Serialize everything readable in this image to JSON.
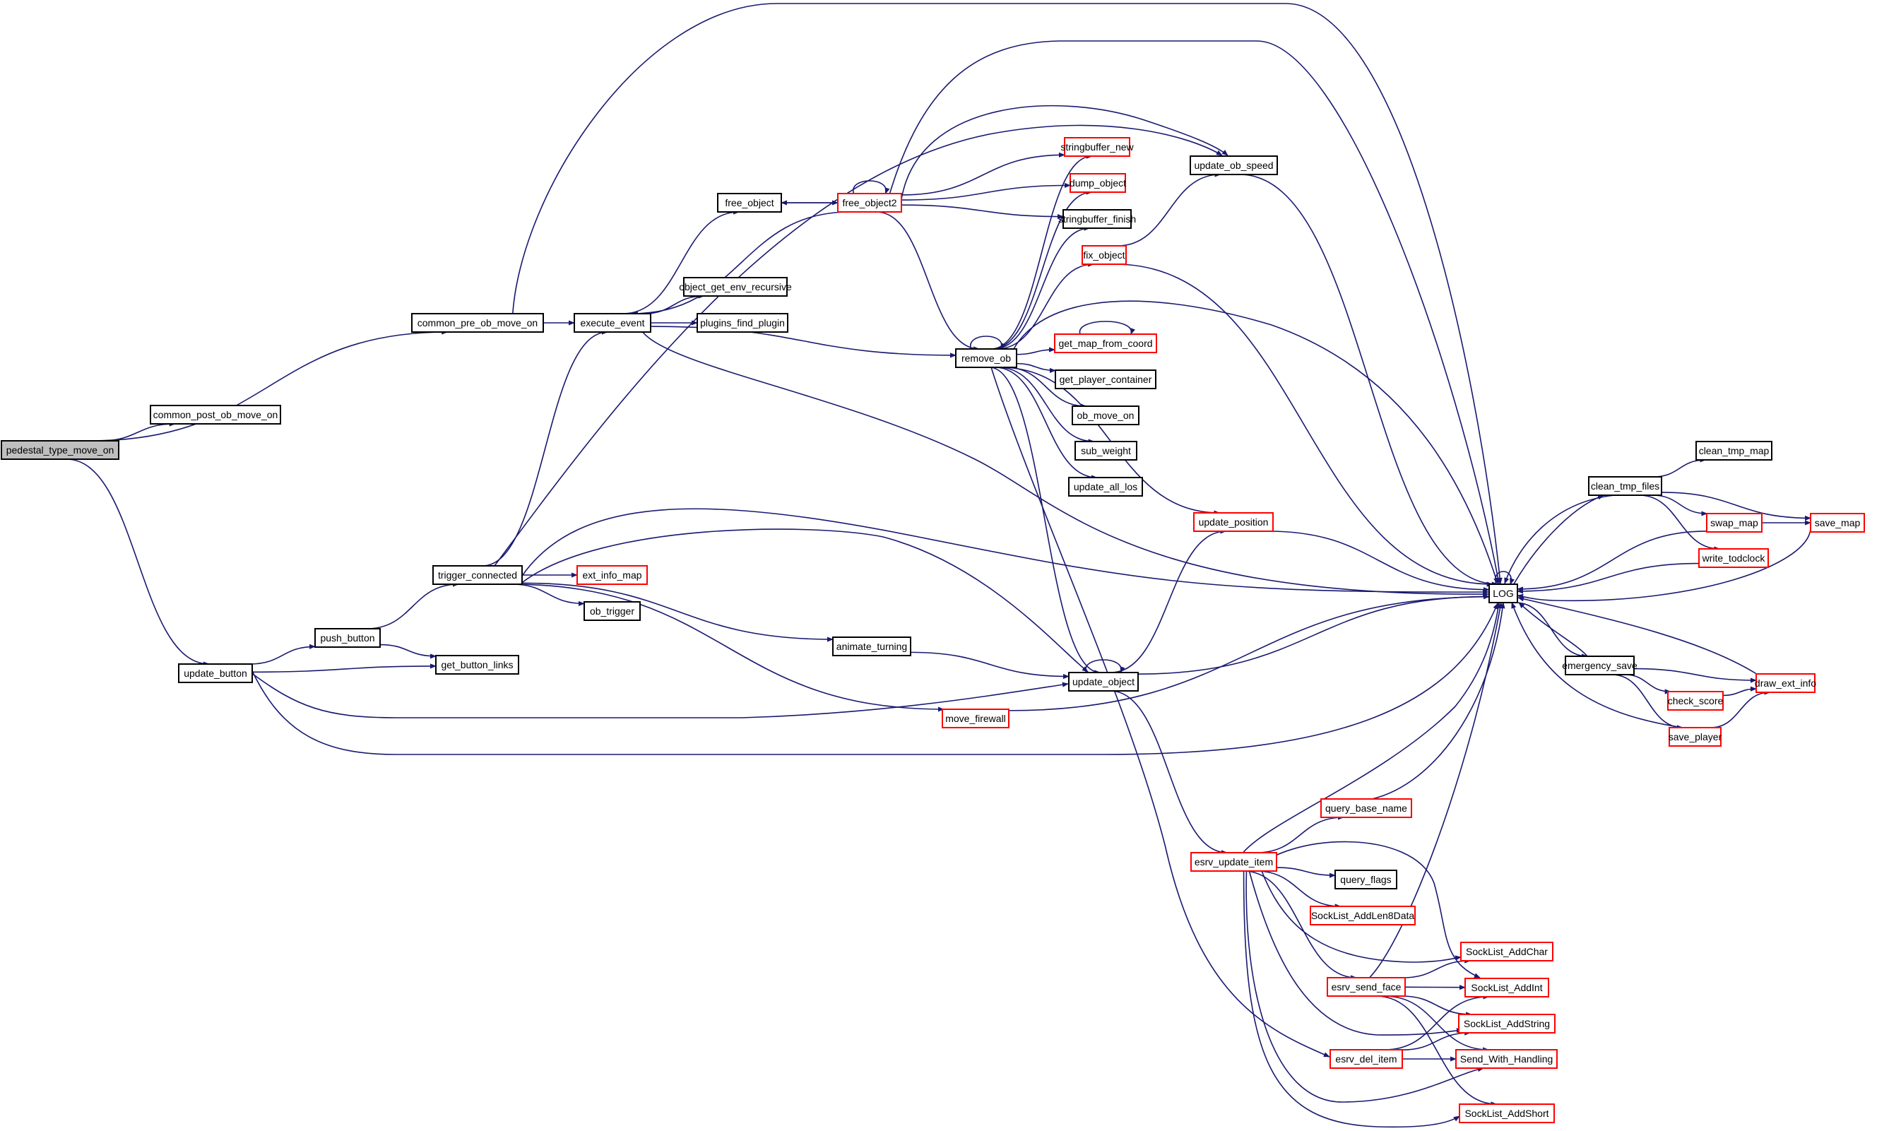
{
  "title": "Call graph for pedestal_type_move_on",
  "colors": {
    "edge": "#191970",
    "node_border_default": "#000000",
    "node_border_undocumented": "#ff0000",
    "root_fill": "#bfbfbf"
  },
  "nodes": [
    {
      "id": "pedestal_type_move_on",
      "label": "pedestal_type_move_on",
      "style": "root"
    },
    {
      "id": "common_post_ob_move_on",
      "label": "common_post_ob_move_on",
      "style": "black"
    },
    {
      "id": "common_pre_ob_move_on",
      "label": "common_pre_ob_move_on",
      "style": "black"
    },
    {
      "id": "update_button",
      "label": "update_button",
      "style": "black"
    },
    {
      "id": "execute_event",
      "label": "execute_event",
      "style": "black"
    },
    {
      "id": "free_object",
      "label": "free_object",
      "style": "black"
    },
    {
      "id": "free_object2",
      "label": "free_object2",
      "style": "red"
    },
    {
      "id": "object_get_env_recursive",
      "label": "object_get_env_recursive",
      "style": "black"
    },
    {
      "id": "plugins_find_plugin",
      "label": "plugins_find_plugin",
      "style": "black"
    },
    {
      "id": "stringbuffer_new",
      "label": "stringbuffer_new",
      "style": "red"
    },
    {
      "id": "dump_object",
      "label": "dump_object",
      "style": "red"
    },
    {
      "id": "stringbuffer_finish",
      "label": "stringbuffer_finish",
      "style": "black"
    },
    {
      "id": "fix_object",
      "label": "fix_object",
      "style": "red"
    },
    {
      "id": "update_ob_speed",
      "label": "update_ob_speed",
      "style": "black"
    },
    {
      "id": "remove_ob",
      "label": "remove_ob",
      "style": "black"
    },
    {
      "id": "get_map_from_coord",
      "label": "get_map_from_coord",
      "style": "red"
    },
    {
      "id": "get_player_container",
      "label": "get_player_container",
      "style": "black"
    },
    {
      "id": "ob_move_on",
      "label": "ob_move_on",
      "style": "black"
    },
    {
      "id": "sub_weight",
      "label": "sub_weight",
      "style": "black"
    },
    {
      "id": "update_all_los",
      "label": "update_all_los",
      "style": "black"
    },
    {
      "id": "update_position",
      "label": "update_position",
      "style": "red"
    },
    {
      "id": "push_button",
      "label": "push_button",
      "style": "black"
    },
    {
      "id": "get_button_links",
      "label": "get_button_links",
      "style": "black"
    },
    {
      "id": "trigger_connected",
      "label": "trigger_connected",
      "style": "black"
    },
    {
      "id": "ext_info_map",
      "label": "ext_info_map",
      "style": "red"
    },
    {
      "id": "ob_trigger",
      "label": "ob_trigger",
      "style": "black"
    },
    {
      "id": "animate_turning",
      "label": "animate_turning",
      "style": "black"
    },
    {
      "id": "update_object",
      "label": "update_object",
      "style": "black"
    },
    {
      "id": "move_firewall",
      "label": "move_firewall",
      "style": "red"
    },
    {
      "id": "LOG",
      "label": "LOG",
      "style": "black"
    },
    {
      "id": "clean_tmp_files",
      "label": "clean_tmp_files",
      "style": "black"
    },
    {
      "id": "clean_tmp_map",
      "label": "clean_tmp_map",
      "style": "black"
    },
    {
      "id": "swap_map",
      "label": "swap_map",
      "style": "red"
    },
    {
      "id": "save_map",
      "label": "save_map",
      "style": "red"
    },
    {
      "id": "write_todclock",
      "label": "write_todclock",
      "style": "red"
    },
    {
      "id": "emergency_save",
      "label": "emergency_save",
      "style": "black"
    },
    {
      "id": "check_score",
      "label": "check_score",
      "style": "red"
    },
    {
      "id": "draw_ext_info",
      "label": "draw_ext_info",
      "style": "red"
    },
    {
      "id": "save_player",
      "label": "save_player",
      "style": "red"
    },
    {
      "id": "esrv_update_item",
      "label": "esrv_update_item",
      "style": "red"
    },
    {
      "id": "query_base_name",
      "label": "query_base_name",
      "style": "red"
    },
    {
      "id": "query_flags",
      "label": "query_flags",
      "style": "black"
    },
    {
      "id": "SockList_AddLen8Data",
      "label": "SockList_AddLen8Data",
      "style": "red"
    },
    {
      "id": "SockList_AddChar",
      "label": "SockList_AddChar",
      "style": "red"
    },
    {
      "id": "esrv_send_face",
      "label": "esrv_send_face",
      "style": "red"
    },
    {
      "id": "SockList_AddInt",
      "label": "SockList_AddInt",
      "style": "red"
    },
    {
      "id": "SockList_AddString",
      "label": "SockList_AddString",
      "style": "red"
    },
    {
      "id": "esrv_del_item",
      "label": "esrv_del_item",
      "style": "red"
    },
    {
      "id": "Send_With_Handling",
      "label": "Send_With_Handling",
      "style": "red"
    },
    {
      "id": "SockList_AddShort",
      "label": "SockList_AddShort",
      "style": "red"
    }
  ],
  "edges": [
    [
      "pedestal_type_move_on",
      "common_post_ob_move_on"
    ],
    [
      "pedestal_type_move_on",
      "common_pre_ob_move_on"
    ],
    [
      "pedestal_type_move_on",
      "update_button"
    ],
    [
      "common_pre_ob_move_on",
      "execute_event"
    ],
    [
      "common_pre_ob_move_on",
      "LOG"
    ],
    [
      "execute_event",
      "free_object"
    ],
    [
      "execute_event",
      "object_get_env_recursive"
    ],
    [
      "execute_event",
      "plugins_find_plugin"
    ],
    [
      "execute_event",
      "remove_ob"
    ],
    [
      "execute_event",
      "LOG"
    ],
    [
      "free_object",
      "free_object2"
    ],
    [
      "free_object2",
      "free_object"
    ],
    [
      "free_object2",
      "free_object2"
    ],
    [
      "free_object2",
      "execute_event"
    ],
    [
      "free_object2",
      "stringbuffer_new"
    ],
    [
      "free_object2",
      "dump_object"
    ],
    [
      "free_object2",
      "stringbuffer_finish"
    ],
    [
      "free_object2",
      "remove_ob"
    ],
    [
      "free_object2",
      "update_ob_speed"
    ],
    [
      "free_object2",
      "LOG"
    ],
    [
      "fix_object",
      "update_ob_speed"
    ],
    [
      "fix_object",
      "LOG"
    ],
    [
      "update_ob_speed",
      "LOG"
    ],
    [
      "remove_ob",
      "remove_ob"
    ],
    [
      "remove_ob",
      "stringbuffer_new"
    ],
    [
      "remove_ob",
      "dump_object"
    ],
    [
      "remove_ob",
      "stringbuffer_finish"
    ],
    [
      "remove_ob",
      "fix_object"
    ],
    [
      "remove_ob",
      "get_map_from_coord"
    ],
    [
      "remove_ob",
      "get_player_container"
    ],
    [
      "remove_ob",
      "ob_move_on"
    ],
    [
      "remove_ob",
      "sub_weight"
    ],
    [
      "remove_ob",
      "update_all_los"
    ],
    [
      "remove_ob",
      "update_position"
    ],
    [
      "remove_ob",
      "update_object"
    ],
    [
      "remove_ob",
      "esrv_del_item"
    ],
    [
      "remove_ob",
      "LOG"
    ],
    [
      "get_map_from_coord",
      "get_map_from_coord"
    ],
    [
      "update_position",
      "LOG"
    ],
    [
      "update_button",
      "push_button"
    ],
    [
      "update_button",
      "get_button_links"
    ],
    [
      "update_button",
      "update_object"
    ],
    [
      "update_button",
      "LOG"
    ],
    [
      "push_button",
      "trigger_connected"
    ],
    [
      "push_button",
      "get_button_links"
    ],
    [
      "trigger_connected",
      "execute_event"
    ],
    [
      "trigger_connected",
      "ext_info_map"
    ],
    [
      "trigger_connected",
      "ob_trigger"
    ],
    [
      "trigger_connected",
      "animate_turning"
    ],
    [
      "trigger_connected",
      "update_object"
    ],
    [
      "trigger_connected",
      "move_firewall"
    ],
    [
      "trigger_connected",
      "update_ob_speed"
    ],
    [
      "trigger_connected",
      "LOG"
    ],
    [
      "animate_turning",
      "update_object"
    ],
    [
      "move_firewall",
      "LOG"
    ],
    [
      "update_object",
      "update_object"
    ],
    [
      "update_object",
      "update_position"
    ],
    [
      "update_object",
      "esrv_update_item"
    ],
    [
      "update_object",
      "LOG"
    ],
    [
      "LOG",
      "LOG"
    ],
    [
      "LOG",
      "clean_tmp_files"
    ],
    [
      "LOG",
      "emergency_save"
    ],
    [
      "clean_tmp_files",
      "LOG"
    ],
    [
      "clean_tmp_files",
      "clean_tmp_map"
    ],
    [
      "clean_tmp_files",
      "swap_map"
    ],
    [
      "clean_tmp_files",
      "save_map"
    ],
    [
      "clean_tmp_files",
      "write_todclock"
    ],
    [
      "swap_map",
      "save_map"
    ],
    [
      "swap_map",
      "LOG"
    ],
    [
      "save_map",
      "LOG"
    ],
    [
      "write_todclock",
      "LOG"
    ],
    [
      "emergency_save",
      "LOG"
    ],
    [
      "emergency_save",
      "draw_ext_info"
    ],
    [
      "emergency_save",
      "check_score"
    ],
    [
      "emergency_save",
      "save_player"
    ],
    [
      "check_score",
      "draw_ext_info"
    ],
    [
      "save_player",
      "draw_ext_info"
    ],
    [
      "save_player",
      "LOG"
    ],
    [
      "draw_ext_info",
      "LOG"
    ],
    [
      "esrv_update_item",
      "LOG"
    ],
    [
      "esrv_update_item",
      "query_base_name"
    ],
    [
      "esrv_update_item",
      "query_flags"
    ],
    [
      "esrv_update_item",
      "SockList_AddLen8Data"
    ],
    [
      "esrv_update_item",
      "SockList_AddChar"
    ],
    [
      "esrv_update_item",
      "esrv_send_face"
    ],
    [
      "esrv_update_item",
      "SockList_AddInt"
    ],
    [
      "esrv_update_item",
      "SockList_AddString"
    ],
    [
      "esrv_update_item",
      "Send_With_Handling"
    ],
    [
      "esrv_update_item",
      "SockList_AddShort"
    ],
    [
      "query_base_name",
      "LOG"
    ],
    [
      "esrv_send_face",
      "LOG"
    ],
    [
      "esrv_send_face",
      "SockList_AddChar"
    ],
    [
      "esrv_send_face",
      "SockList_AddInt"
    ],
    [
      "esrv_send_face",
      "SockList_AddString"
    ],
    [
      "esrv_send_face",
      "Send_With_Handling"
    ],
    [
      "esrv_send_face",
      "SockList_AddShort"
    ],
    [
      "esrv_del_item",
      "SockList_AddInt"
    ],
    [
      "esrv_del_item",
      "SockList_AddString"
    ],
    [
      "esrv_del_item",
      "Send_With_Handling"
    ]
  ]
}
